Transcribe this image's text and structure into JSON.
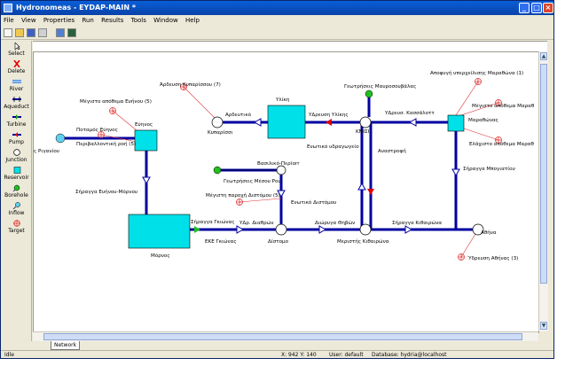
{
  "window": {
    "title": "Hydronomeas - EYDAP-MAIN *"
  },
  "menu": [
    "File",
    "View",
    "Properties",
    "Run",
    "Results",
    "Tools",
    "Window",
    "Help"
  ],
  "palette": [
    {
      "label": "Select",
      "icon": "cursor-arrow-icon"
    },
    {
      "label": "Delete",
      "icon": "delete-x-icon"
    },
    {
      "label": "River",
      "icon": "river-icon"
    },
    {
      "label": "Aqueduct",
      "icon": "aqueduct-icon"
    },
    {
      "label": "Turbine",
      "icon": "turbine-icon"
    },
    {
      "label": "Pump",
      "icon": "pump-icon"
    },
    {
      "label": "Junction",
      "icon": "junction-circle-icon"
    },
    {
      "label": "Reservoir",
      "icon": "reservoir-square-icon"
    },
    {
      "label": "Borehole",
      "icon": "borehole-icon"
    },
    {
      "label": "Inflow",
      "icon": "inflow-icon"
    },
    {
      "label": "Target",
      "icon": "target-icon"
    }
  ],
  "colors": {
    "pipe": "#0000a0",
    "reservoir": "#00e0e8",
    "target": "#e03030",
    "borehole": "#20c020",
    "turbine": "#e00000"
  },
  "labels": {
    "potamos": "Ποταμός Εύηνος",
    "evinos": "Εύηνος",
    "riganiou": "ς Ριγανίου",
    "periv": "Περιβαλλοντική ροή (5)",
    "megisto_evinou": "Μέγιστο απόθεμα Ευήνου (5)",
    "siragga_evinou": "Σήραγγα Ευήνου-Μόρνου",
    "mornos": "Μόρνος",
    "siragga_giona": "Σήραγγα Γκιώνας",
    "eke_giona": "ΕΚΕ Γκιώνας",
    "ydr_dist": "ΥΔρ. Διαθρών",
    "distomo": "Δίστομο",
    "diavr": "Διώρυγα Θηβών",
    "meristis": "Μεριστής Κιθαιρώνα",
    "siragga_kith": "Σήραγγα Κιθαιρώνα",
    "athina": "Αθήνα",
    "ydr_athinas": "Ύδρευση Αθήνας (3)",
    "vasiliko": "Βασιλικό-Περίοrr",
    "gewtrisis_mesou": "Γεωτρήσεις Μέσου Ρου",
    "megisti_dist": "Μέγιστη παροχή Διστόμου (5)",
    "enotiko_dist": "Ενωτικό Διστόμου",
    "enotiko_ydr": "Ενωτικό υδραγωγείο",
    "anastrofi": "Αναστροφή",
    "vrdesi_kyrn": "Άρδευση Κυπαρίσσου (7)",
    "kyrn": "Κυπαρίσσι",
    "ardeutiko": "Αρδευτικό",
    "yliki": "Υλίκη",
    "ydr_ylikis": "ΥΔρευση Υλίκης",
    "gewtr_mavr": "Γεωτρήσεις Μαυροσουβάλας",
    "kmisi": "ΚΜΙΣΙ",
    "ydr_kasossa": "ΥΔρευσ. Κασσάλοττ",
    "apotr_marath": "Αποφυγή υπερχείλισης Μαραθώνα (1)",
    "megisto_marath": "Μέγιστο απόθεμα Μαραθ",
    "marathonas": "Μαραθώνας",
    "elaxisto_marath": "Ελάχιστο απόθεμα Μαραθ",
    "siragga_mpog": "Σήραγγα Μπογιατίου"
  },
  "tab": "Network",
  "status": {
    "left": "Idle",
    "coords": "X: 942 Y: 140",
    "user": "User: default",
    "db": "Database: hydria@localhost"
  }
}
